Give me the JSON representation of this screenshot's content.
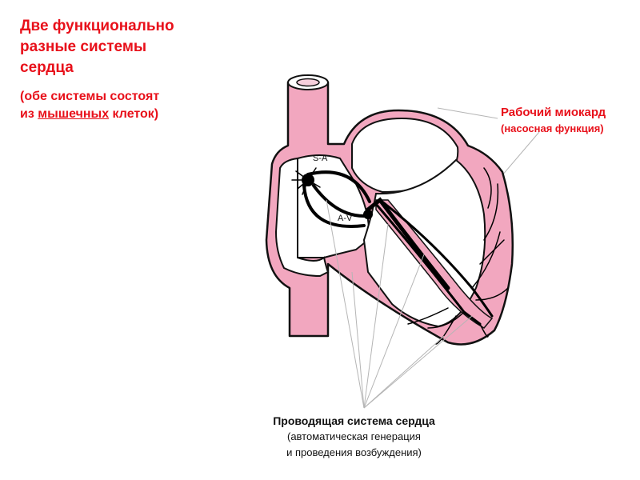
{
  "title": {
    "line1": "Две функционально",
    "line2": "разные системы",
    "line3": "сердца"
  },
  "subtitle": {
    "line1": "(обе системы состоят",
    "line2_prefix": "из ",
    "line2_underlined": "мышечных",
    "line2_suffix": " клеток)"
  },
  "labels": {
    "working_myocardium": "Рабочий миокард",
    "working_myocardium_note": "(насосная функция)",
    "conduction_system": "Проводящая система сердца",
    "conduction_note_line1": "(автоматическая генерация",
    "conduction_note_line2": "и проведения возбуждения)",
    "sa_node": "S-A",
    "av_node": "A-V"
  },
  "colors": {
    "title_text": "#e8101a",
    "myocardium_fill": "#f2a7bf",
    "conduction_system": "#000000",
    "pointer_lines": "#b5b5b5"
  }
}
